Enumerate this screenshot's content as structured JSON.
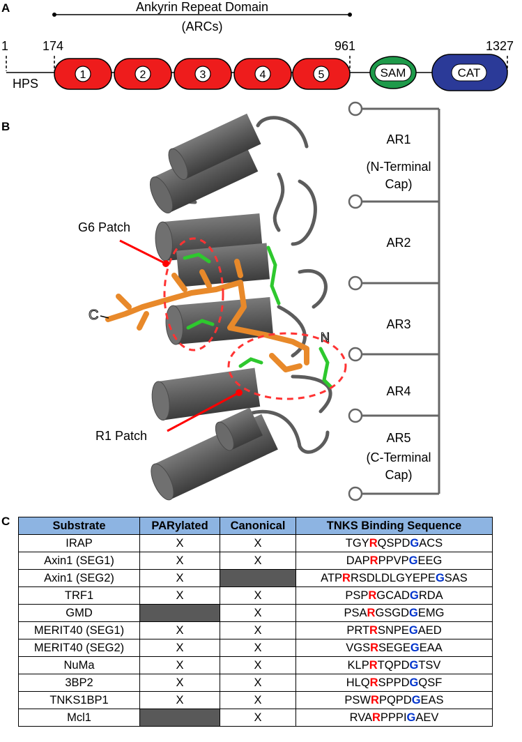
{
  "panels": {
    "a": "A",
    "b": "B",
    "c": "C"
  },
  "domain_map": {
    "ankyrin_title": "Ankyrin Repeat Domain",
    "arcs_label": "(ARCs)",
    "pos_1": "1",
    "pos_174": "174",
    "pos_961": "961",
    "pos_1327": "1327",
    "hps": "HPS",
    "arc_numbers": [
      "1",
      "2",
      "3",
      "4",
      "5"
    ],
    "sam": "SAM",
    "cat": "CAT",
    "colors": {
      "arc": "#ee1c1c",
      "sam": "#1e9a4a",
      "cat": "#2b3a98"
    }
  },
  "structure": {
    "g6_patch": "G6 Patch",
    "r1_patch": "R1 Patch",
    "c_term": "C",
    "n_term": "N",
    "ar_labels": {
      "ar1": [
        "AR1",
        "(N-Terminal",
        "Cap)"
      ],
      "ar2": [
        "AR2"
      ],
      "ar3": [
        "AR3"
      ],
      "ar4": [
        "AR4"
      ],
      "ar5": [
        "AR5",
        "(C-Terminal",
        "Cap)"
      ]
    },
    "colors": {
      "helix": "#555555",
      "peptide": "#e8892a",
      "sidechain": "#2ec82e",
      "patch": "#ff3333"
    }
  },
  "table": {
    "headers": [
      "Substrate",
      "PARylated",
      "Canonical",
      "TNKS Binding Sequence"
    ],
    "rows": [
      {
        "substrate": "IRAP",
        "parylated": "X",
        "canonical": "X",
        "seq": [
          [
            "TGY",
            ""
          ],
          [
            "R",
            "r"
          ],
          [
            "QSPD",
            ""
          ],
          [
            "G",
            "g"
          ],
          [
            "ACS",
            ""
          ]
        ]
      },
      {
        "substrate": "Axin1 (SEG1)",
        "parylated": "X",
        "canonical": "X",
        "seq": [
          [
            "DAP",
            ""
          ],
          [
            "R",
            "r"
          ],
          [
            "PPVP",
            ""
          ],
          [
            "G",
            "g"
          ],
          [
            "EEG",
            ""
          ]
        ]
      },
      {
        "substrate": "Axin1 (SEG2)",
        "parylated": "X",
        "canonical": "",
        "seq": [
          [
            "ATP",
            ""
          ],
          [
            "R",
            "r"
          ],
          [
            "RSDLDLGYEPE",
            ""
          ],
          [
            "G",
            "g"
          ],
          [
            "SAS",
            ""
          ]
        ]
      },
      {
        "substrate": "TRF1",
        "parylated": "X",
        "canonical": "X",
        "seq": [
          [
            "PSP",
            ""
          ],
          [
            "R",
            "r"
          ],
          [
            "GCAD",
            ""
          ],
          [
            "G",
            "g"
          ],
          [
            "RDA",
            ""
          ]
        ]
      },
      {
        "substrate": "GMD",
        "parylated": "",
        "canonical": "X",
        "seq": [
          [
            "PSA",
            ""
          ],
          [
            "R",
            "r"
          ],
          [
            "GSGD",
            ""
          ],
          [
            "G",
            "g"
          ],
          [
            "EMG",
            ""
          ]
        ]
      },
      {
        "substrate": "MERIT40 (SEG1)",
        "parylated": "X",
        "canonical": "X",
        "seq": [
          [
            "PRT",
            ""
          ],
          [
            "R",
            "r"
          ],
          [
            "SNPE",
            ""
          ],
          [
            "G",
            "g"
          ],
          [
            "AED",
            ""
          ]
        ]
      },
      {
        "substrate": "MERIT40 (SEG2)",
        "parylated": "X",
        "canonical": "X",
        "seq": [
          [
            "VGS",
            ""
          ],
          [
            "R",
            "r"
          ],
          [
            "SEGE",
            ""
          ],
          [
            "G",
            "g"
          ],
          [
            "EAA",
            ""
          ]
        ]
      },
      {
        "substrate": "NuMa",
        "parylated": "X",
        "canonical": "X",
        "seq": [
          [
            "KLP",
            ""
          ],
          [
            "R",
            "r"
          ],
          [
            "TQPD",
            ""
          ],
          [
            "G",
            "g"
          ],
          [
            "TSV",
            ""
          ]
        ]
      },
      {
        "substrate": "3BP2",
        "parylated": "X",
        "canonical": "X",
        "seq": [
          [
            "HLQ",
            ""
          ],
          [
            "R",
            "r"
          ],
          [
            "SPPD",
            ""
          ],
          [
            "G",
            "g"
          ],
          [
            "QSF",
            ""
          ]
        ]
      },
      {
        "substrate": "TNKS1BP1",
        "parylated": "X",
        "canonical": "X",
        "seq": [
          [
            "PSW",
            ""
          ],
          [
            "R",
            "r"
          ],
          [
            "PQPD",
            ""
          ],
          [
            "G",
            "g"
          ],
          [
            "EAS",
            ""
          ]
        ]
      },
      {
        "substrate": "Mcl1",
        "parylated": "",
        "canonical": "X",
        "seq": [
          [
            "RVA",
            ""
          ],
          [
            "R",
            "r"
          ],
          [
            "PPPI",
            ""
          ],
          [
            "G",
            "g"
          ],
          [
            "AEV",
            ""
          ]
        ]
      }
    ]
  }
}
